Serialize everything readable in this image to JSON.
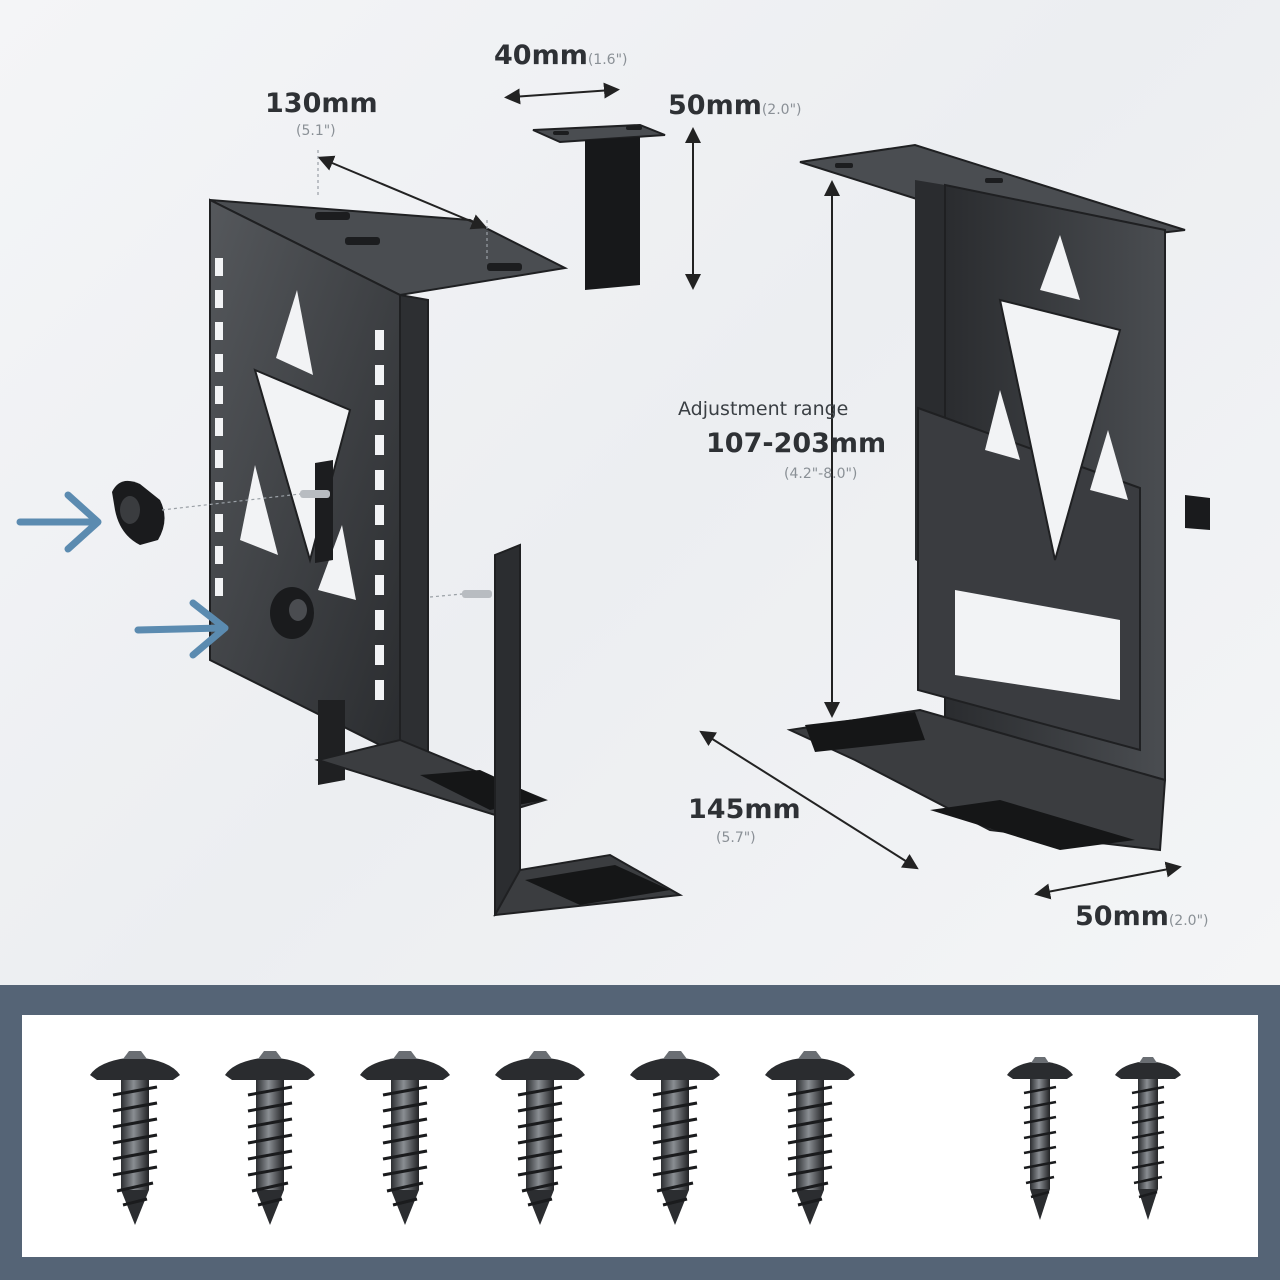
{
  "labels": {
    "top_width": {
      "value": "40mm",
      "sub": "(1.6\")"
    },
    "top_depth": {
      "value": "130mm",
      "sub": "(5.1\")"
    },
    "top_height": {
      "value": "50mm",
      "sub": "(2.0\")"
    },
    "adjust_caption": "Adjustment range",
    "adjust_value": "107-203mm",
    "adjust_sub": "(4.2\"-8.0\")",
    "bottom_depth": {
      "value": "145mm",
      "sub": "(5.7\")"
    },
    "bottom_width": {
      "value": "50mm",
      "sub": "(2.0\")"
    }
  },
  "colors": {
    "metal": "#3b3d40",
    "metal_dark": "#1f2022",
    "arrow_accent": "#5b8bb0",
    "panel_border": "#556476"
  },
  "accessories": {
    "screw_count_large": 6,
    "screw_count_small": 2
  }
}
